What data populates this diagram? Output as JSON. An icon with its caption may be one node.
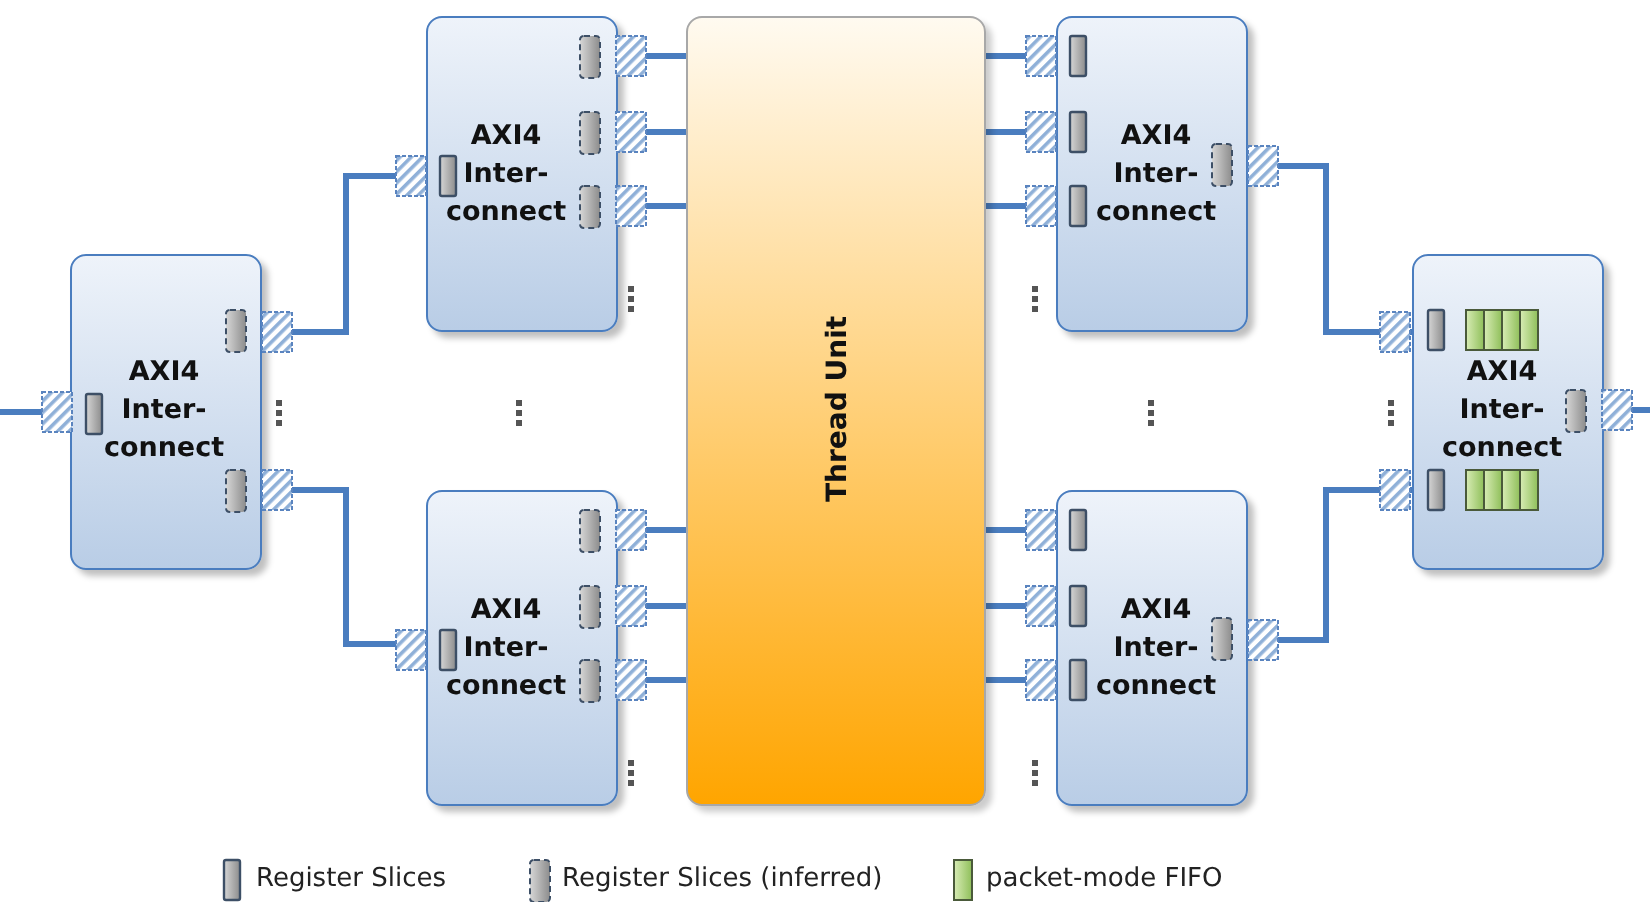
{
  "diagram": {
    "nodes": [
      {
        "text": [
          "AXI4 Inter- connect"
        ]
      },
      {
        "text": [
          "AXI4 Inter- connect"
        ]
      },
      {
        "text": [
          "AXI4 Inter- connect"
        ]
      },
      {
        "text": [
          "Thread Unit"
        ]
      },
      {
        "text": [
          "AXI4 Inter- connect"
        ]
      },
      {
        "text": [
          "AXI4 Inter- connect"
        ]
      },
      {
        "text": [
          "AXI4 Inter- connect"
        ]
      }
    ],
    "edges": [
      {
        "from": null,
        "to": 0,
        "arrow": "none"
      },
      {
        "from": 0,
        "to": 1,
        "arrow": "none"
      },
      {
        "from": 0,
        "to": 2,
        "arrow": "none"
      },
      {
        "from": 1,
        "to": 3,
        "arrow": "none"
      },
      {
        "from": 1,
        "to": 3,
        "arrow": "none"
      },
      {
        "from": 1,
        "to": 3,
        "arrow": "none"
      },
      {
        "from": 2,
        "to": 3,
        "arrow": "none"
      },
      {
        "from": 2,
        "to": 3,
        "arrow": "none"
      },
      {
        "from": 2,
        "to": 3,
        "arrow": "none"
      },
      {
        "from": 3,
        "to": 4,
        "arrow": "none"
      },
      {
        "from": 3,
        "to": 4,
        "arrow": "none"
      },
      {
        "from": 3,
        "to": 4,
        "arrow": "none"
      },
      {
        "from": 3,
        "to": 5,
        "arrow": "none"
      },
      {
        "from": 3,
        "to": 5,
        "arrow": "none"
      },
      {
        "from": 3,
        "to": 5,
        "arrow": "none"
      },
      {
        "from": 4,
        "to": 6,
        "arrow": "none"
      },
      {
        "from": 5,
        "to": 6,
        "arrow": "none"
      },
      {
        "from": 6,
        "to": null,
        "arrow": "none"
      }
    ],
    "legend": [
      {
        "text": "Register Slices"
      },
      {
        "text": "Register Slices (inferred)"
      },
      {
        "text": "packet-mode FIFO"
      }
    ]
  }
}
